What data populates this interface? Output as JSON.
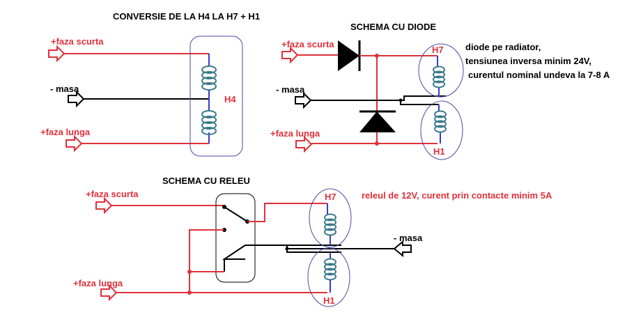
{
  "titles": {
    "h4": "CONVERSIE DE LA H4 LA H7 + H1",
    "diode": "SCHEMA CU DIODE",
    "relay": "SCHEMA CU RELEU"
  },
  "labels": {
    "faza_scurta": "+faza scurta",
    "faza_lunga": "+faza lunga",
    "masa": "- masa",
    "h4": "H4",
    "h7": "H7",
    "h1": "H1"
  },
  "notes": {
    "diode_line1": "diode pe radiator,",
    "diode_line2": "tensiunea inversa minim 24V,",
    "diode_line3": "curentul nominal undeva la 7-8 A",
    "relay": "releul de 12V, curent prin contacte minim 5A"
  },
  "colors": {
    "positive": "#e0303a",
    "lamp_wiring": "#3a3ac8",
    "ground": "#000000"
  },
  "icons": [
    "hollow-arrow-icon",
    "diode-icon",
    "coil-icon",
    "relay-switch-icon"
  ]
}
